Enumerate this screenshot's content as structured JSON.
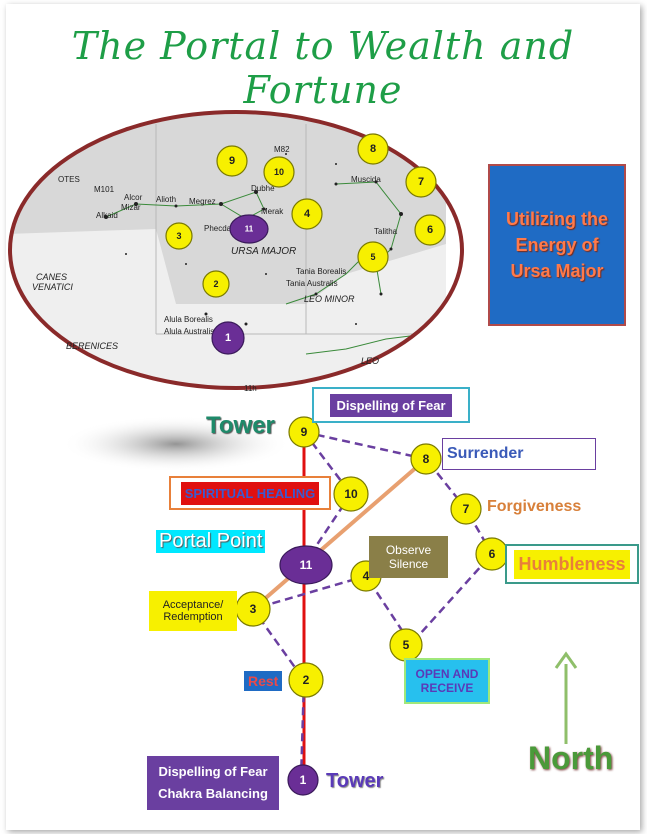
{
  "title": "The Portal to Wealth and Fortune",
  "energy_box": "Utilizing the Energy of Ursa Major",
  "north_label": "North",
  "star_map": {
    "labels": [
      "OTES",
      "M101",
      "Alcor",
      "Mizar",
      "Alkaid",
      "Alioth",
      "Megrez",
      "Phecda",
      "M82",
      "Dubhe",
      "Merak",
      "Muscida",
      "URSA MAJOR",
      "Talitha",
      "Tania Borealis",
      "Tania Australis",
      "LEO MINOR",
      "CANES",
      "VENATICI",
      "Alula Borealis",
      "Alula Australis",
      "BERENICES",
      "LEO",
      "11h"
    ],
    "markers": [
      "9",
      "10",
      "8",
      "7",
      "3",
      "11",
      "4",
      "6",
      "5",
      "2",
      "1"
    ]
  },
  "diagram": {
    "nodes": {
      "n1": "1",
      "n2": "2",
      "n3": "3",
      "n4": "4",
      "n5": "5",
      "n6": "6",
      "n7": "7",
      "n8": "8",
      "n9": "9",
      "n10": "10",
      "n11": "11"
    },
    "labels": {
      "dispelling_fear_top": "Dispelling of Fear",
      "tower_top": "Tower",
      "surrender": "Surrender",
      "spiritual_healing": "SPIRITUAL HEALING",
      "forgiveness": "Forgiveness",
      "portal_point": "Portal Point",
      "observe_silence_1": "Observe",
      "observe_silence_2": "Silence",
      "humbleness": "Humbleness",
      "acceptance_1": "Acceptance/",
      "acceptance_2": "Redemption",
      "open_receive_1": "OPEN AND",
      "open_receive_2": "RECEIVE",
      "rest": "Rest",
      "dispelling_fear_bottom_1": "Dispelling of Fear",
      "dispelling_fear_bottom_2": "Chakra Balancing",
      "tower_bottom": "Tower"
    }
  },
  "colors": {
    "title_green": "#1e9e47",
    "node_yellow": "#f7f000",
    "node_purple": "#6a2e96",
    "dash_purple": "#6a3fa0",
    "red_line": "#e01010",
    "orange_line": "#e8a070"
  }
}
